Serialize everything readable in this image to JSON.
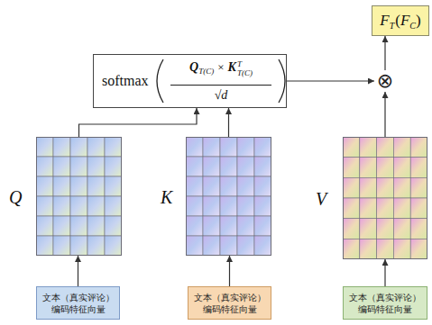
{
  "diagram": {
    "nodes": [
      {
        "text": [
          "F",
          "T",
          "(",
          "F",
          "C",
          ")"
        ]
      },
      {
        "text": [
          "softmax",
          "Q",
          "T(C)",
          "×",
          "K",
          "T",
          "T(C)",
          "√d"
        ]
      },
      {
        "text": [
          "⊗"
        ]
      },
      {
        "text": [
          "Q"
        ]
      },
      {
        "text": [
          "K"
        ]
      },
      {
        "text": [
          "V"
        ]
      },
      {
        "text": [
          "文本（真实评论） 编码特征向量"
        ]
      },
      {
        "text": [
          "文本（真实评论） 编码特征向量"
        ]
      },
      {
        "text": [
          "文本（真实评论） 编码特征向量"
        ]
      }
    ],
    "edges": [
      {
        "from": 6,
        "to": 3,
        "arrow": "to"
      },
      {
        "from": 7,
        "to": 4,
        "arrow": "to"
      },
      {
        "from": 8,
        "to": 5,
        "arrow": "to"
      },
      {
        "from": 3,
        "to": 1,
        "arrow": "to"
      },
      {
        "from": 4,
        "to": 1,
        "arrow": "to"
      },
      {
        "from": 1,
        "to": 2,
        "arrow": "to"
      },
      {
        "from": 5,
        "to": 2,
        "arrow": "to"
      },
      {
        "from": 2,
        "to": 0,
        "arrow": "to"
      }
    ]
  }
}
